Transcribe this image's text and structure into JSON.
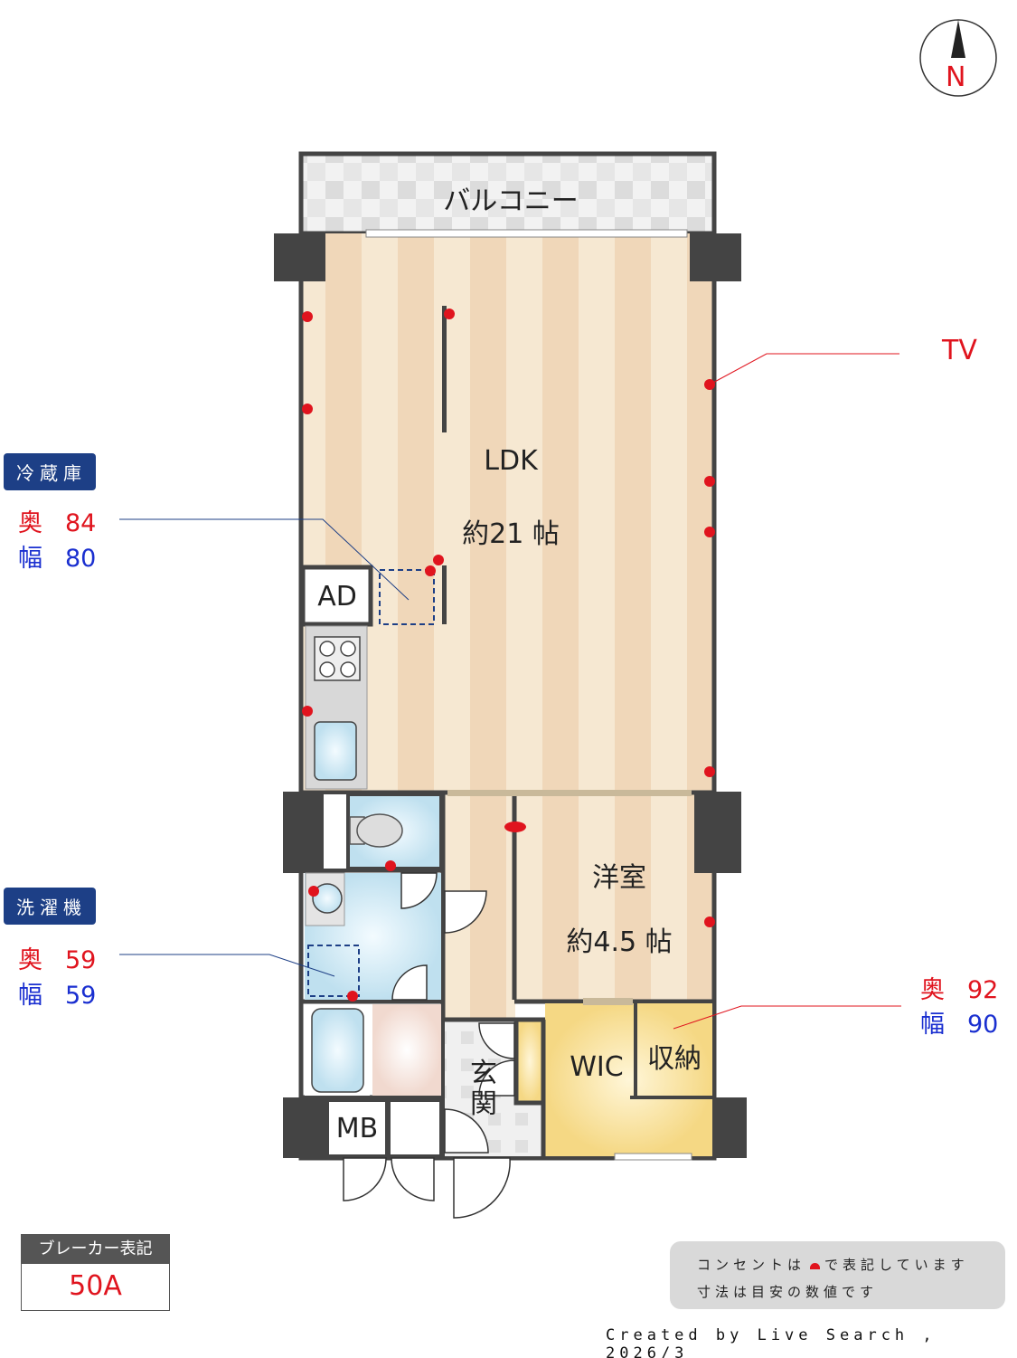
{
  "compass": {
    "label": "N"
  },
  "rooms": {
    "balcony": "バルコニー",
    "ldk": "LDK",
    "ldk_size": "約21 帖",
    "western": "洋室",
    "western_size": "約4.5 帖",
    "ad": "AD",
    "wic": "WIC",
    "storage": "収納",
    "entrance": "玄関",
    "mb": "MB"
  },
  "tv_label": "TV",
  "fridge": {
    "title": "冷蔵庫",
    "depth_label": "奥",
    "depth": "84",
    "width_label": "幅",
    "width": "80"
  },
  "washer": {
    "title": "洗濯機",
    "depth_label": "奥",
    "depth": "59",
    "width_label": "幅",
    "width": "59"
  },
  "storage_dims": {
    "depth_label": "奥",
    "depth": "92",
    "width_label": "幅",
    "width": "90"
  },
  "breaker": {
    "title": "ブレーカー表記",
    "value": "50A"
  },
  "note": {
    "line1_a": "コンセントは",
    "line1_b": "で表記しています",
    "line2": "寸法は目安の数値です"
  },
  "credit": "Created by Live Search , 2026/3",
  "colors": {
    "outlet": "#e0141e",
    "wall": "#444444",
    "badge": "#1d3f86",
    "floor_light": "#f6e8d2",
    "floor_dark": "#f0d7b9",
    "wet": "#cfe8f3",
    "wic": "#f7dc8c"
  }
}
